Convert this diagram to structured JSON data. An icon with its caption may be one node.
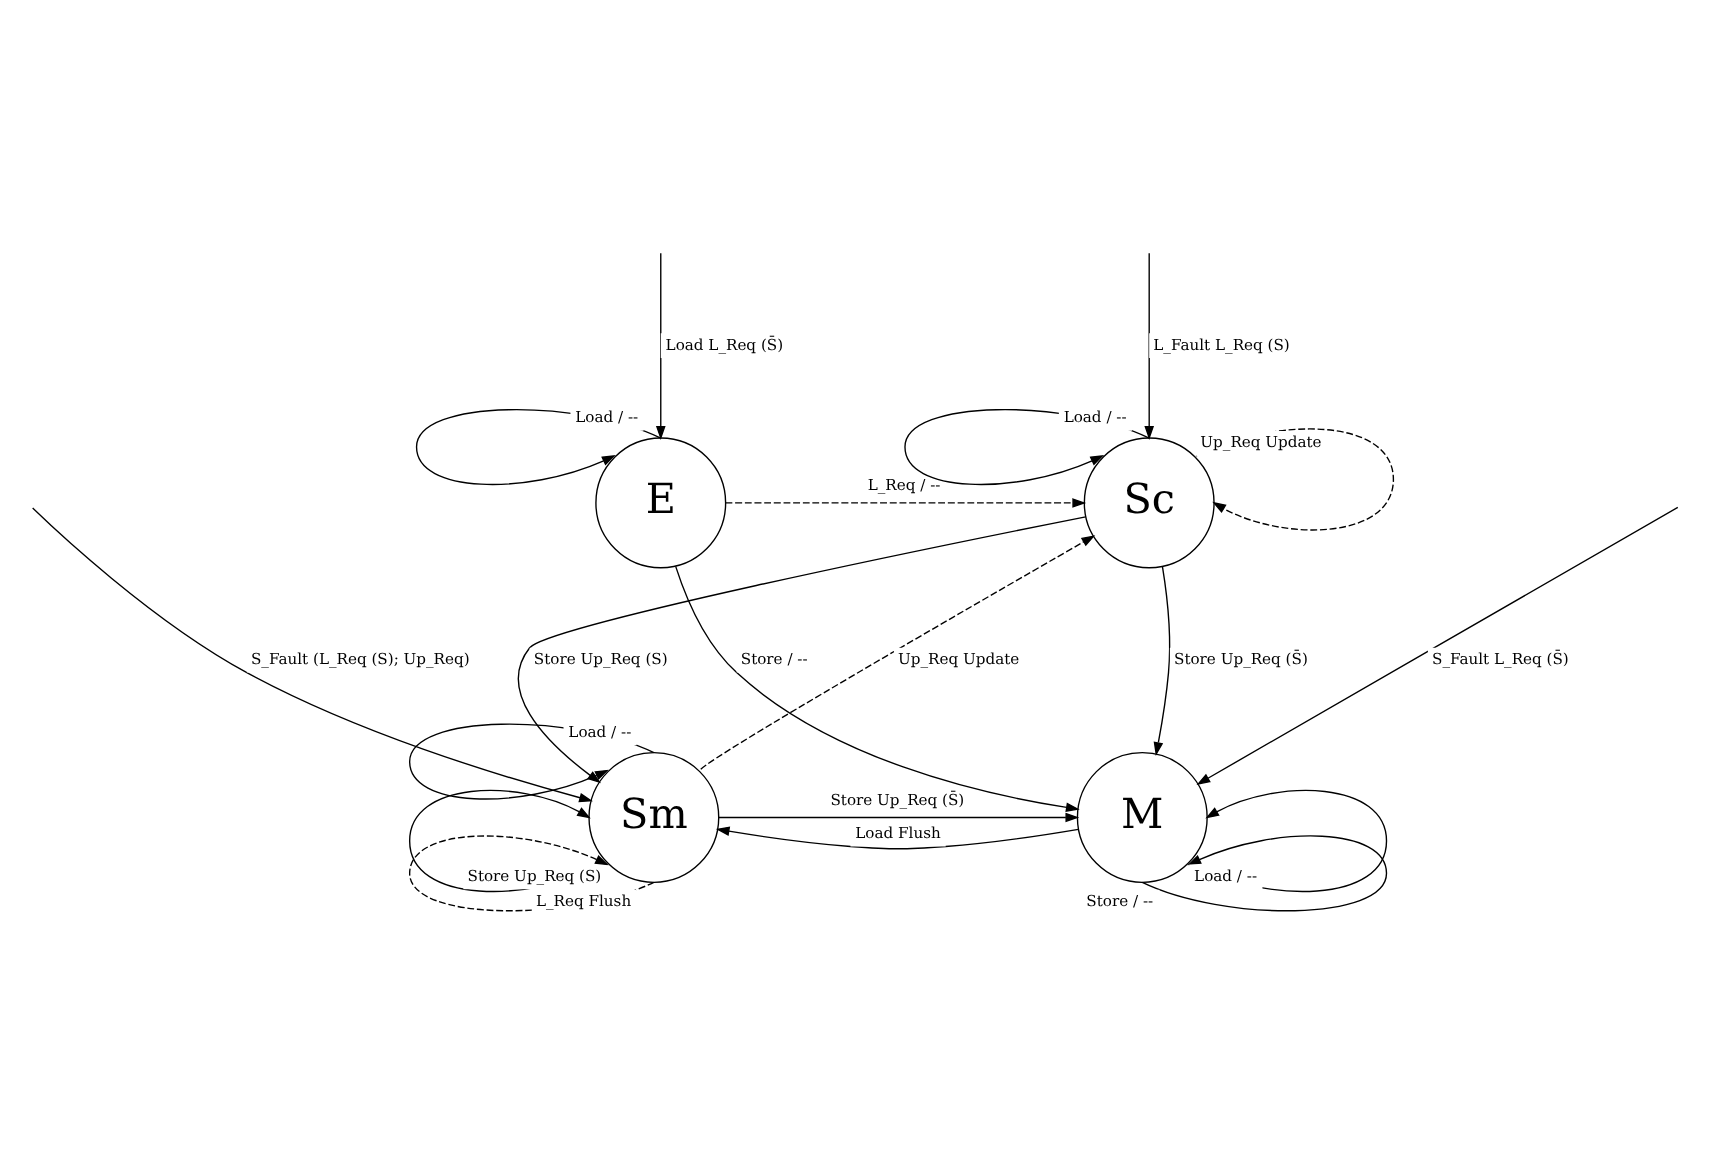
{
  "diagram": {
    "nodes": [
      {
        "text": [
          "E"
        ]
      },
      {
        "text": [
          "Sc"
        ]
      },
      {
        "text": [
          "Sm"
        ]
      },
      {
        "text": [
          "M"
        ]
      }
    ],
    "edges": [
      {
        "from": 0,
        "to": 0,
        "arrow": "to",
        "label": "Load / --"
      },
      {
        "from": null,
        "to": 0,
        "arrow": "to",
        "label": "Load L_Req (S̄)"
      },
      {
        "from": 0,
        "to": 1,
        "arrow": "to",
        "style": "dashed",
        "label": "L_Req / --"
      },
      {
        "from": 0,
        "to": 3,
        "arrow": "to",
        "label": "Store / --"
      },
      {
        "from": 1,
        "to": 1,
        "arrow": "to",
        "label": "Load / --"
      },
      {
        "from": 1,
        "to": 1,
        "arrow": "to",
        "style": "dashed",
        "label": "Up_Req Update"
      },
      {
        "from": null,
        "to": 1,
        "arrow": "to",
        "label": "L_Fault L_Req (S)"
      },
      {
        "from": 2,
        "to": 1,
        "arrow": "to",
        "style": "dashed",
        "label": "Up_Req Update"
      },
      {
        "from": 1,
        "to": 3,
        "arrow": "to",
        "label": "Store Up_Req (S̄)"
      },
      {
        "from": 1,
        "to": 2,
        "arrow": "to",
        "label": "Store Up_Req (S)"
      },
      {
        "from": 2,
        "to": 2,
        "arrow": "to",
        "label": "Load / --"
      },
      {
        "from": null,
        "to": 2,
        "arrow": "to",
        "label": "S_Fault (L_Req (S); Up_Req)"
      },
      {
        "from": 2,
        "to": 2,
        "arrow": "to",
        "label": "Store Up_Req (S)"
      },
      {
        "from": 2,
        "to": 2,
        "arrow": "to",
        "style": "dashed",
        "label": "L_Req Flush"
      },
      {
        "from": 3,
        "to": 2,
        "arrow": "to",
        "label": "Load Flush"
      },
      {
        "from": 2,
        "to": 3,
        "arrow": "to",
        "label": "Store Up_Req (S̄)"
      },
      {
        "from": null,
        "to": 3,
        "arrow": "to",
        "label": "S_Fault L_Req (S̄)"
      },
      {
        "from": 3,
        "to": 3,
        "arrow": "to",
        "label": "Store / --"
      },
      {
        "from": 3,
        "to": 3,
        "arrow": "to",
        "label": "Load / --"
      }
    ]
  }
}
